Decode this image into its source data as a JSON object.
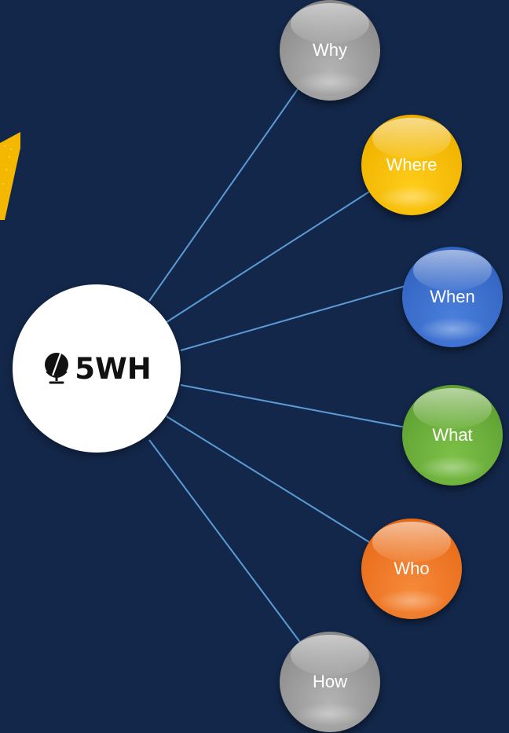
{
  "diagram": {
    "center": {
      "logo": "globe-icon",
      "title": "5WH"
    },
    "nodes": [
      {
        "id": "why",
        "label": "Why",
        "color": "#9a9a9a"
      },
      {
        "id": "where",
        "label": "Where",
        "color": "#f5b800"
      },
      {
        "id": "when",
        "label": "When",
        "color": "#3a6cc8"
      },
      {
        "id": "what",
        "label": "What",
        "color": "#68aa38"
      },
      {
        "id": "who",
        "label": "Who",
        "color": "#ee7420"
      },
      {
        "id": "how",
        "label": "How",
        "color": "#9a9a9a"
      }
    ],
    "colors": {
      "background": "#13274a",
      "connector": "#5b9bd5",
      "accent_stripe": "#f5b800"
    }
  }
}
